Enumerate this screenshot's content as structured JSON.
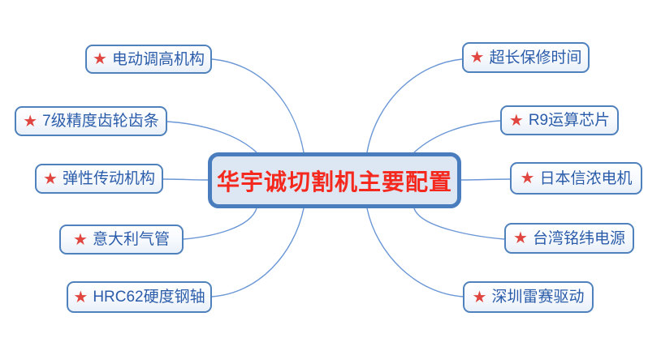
{
  "icons": {
    "star": "★"
  },
  "colors": {
    "background": "#ffffff",
    "connector": "#6b97d6",
    "node_border": "#4f81bd",
    "node_text": "#2a5caa",
    "star": "#e0463f",
    "center_fill": "#dce7f3",
    "center_border": "#4a7dbd",
    "center_text": "#f5281e"
  },
  "center_node": {
    "label": "华宇诚切割机主要配置"
  },
  "nodes": [
    {
      "label": "电动调高机构",
      "side": "left"
    },
    {
      "label": "7级精度齿轮齿条",
      "side": "left"
    },
    {
      "label": "弹性传动机构",
      "side": "left"
    },
    {
      "label": "意大利气管",
      "side": "left"
    },
    {
      "label": "HRC62硬度钢轴",
      "side": "left"
    },
    {
      "label": "超长保修时间",
      "side": "right"
    },
    {
      "label": "R9运算芯片",
      "side": "right"
    },
    {
      "label": "日本信浓电机",
      "side": "right"
    },
    {
      "label": "台湾铭纬电源",
      "side": "right"
    },
    {
      "label": "深圳雷赛驱动",
      "side": "right"
    }
  ]
}
